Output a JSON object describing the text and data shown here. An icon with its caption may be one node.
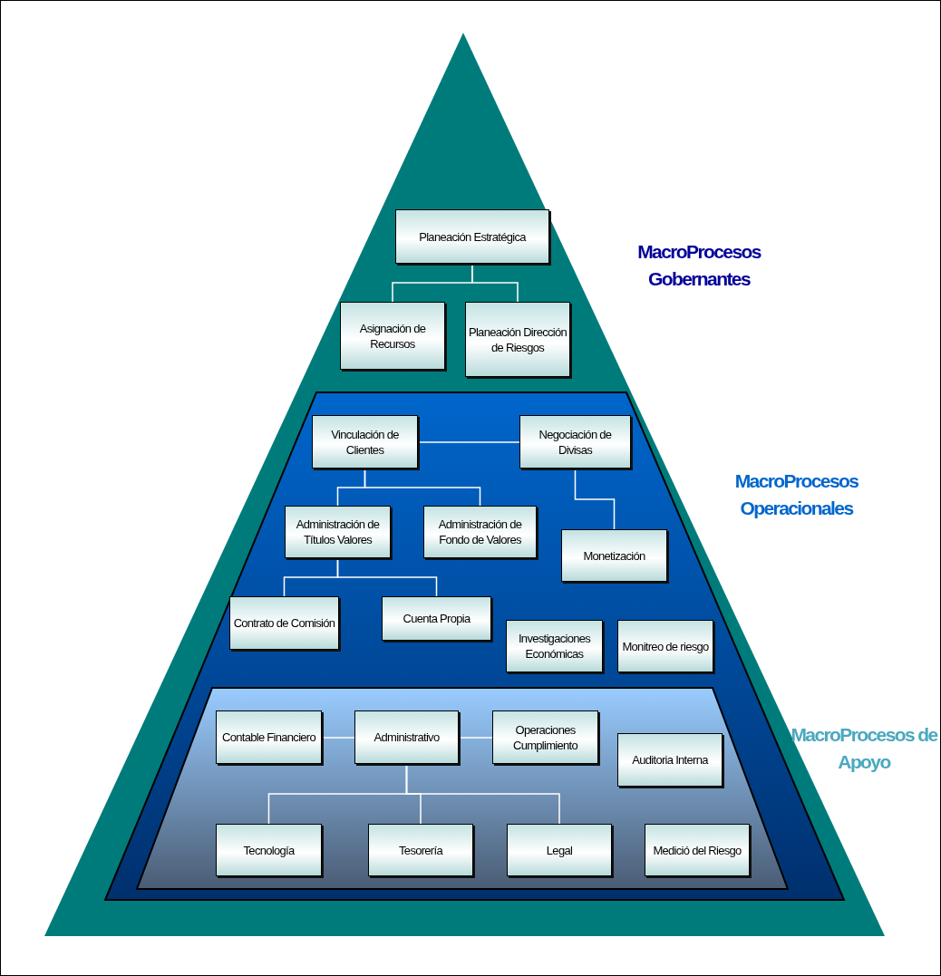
{
  "diagram": {
    "nodes": [
      {
        "text": [
          "MacroProcesos Gobernantes"
        ]
      },
      {
        "text": [
          "Planeación Estratégica"
        ],
        "in": 0
      },
      {
        "text": [
          "Asignación de Recursos"
        ],
        "in": 0
      },
      {
        "text": [
          "Planeación Dirección de Riesgos"
        ],
        "in": 0
      },
      {
        "text": [
          "MacroProcesos Operacionales"
        ],
        "in": 0
      },
      {
        "text": [
          "Vinculación de Clientes"
        ],
        "in": 4
      },
      {
        "text": [
          "Negociación de Divisas"
        ],
        "in": 4
      },
      {
        "text": [
          "Administración de Títulos Valores"
        ],
        "in": 4
      },
      {
        "text": [
          "Administración de Fondo de Valores"
        ],
        "in": 4
      },
      {
        "text": [
          "Monetización"
        ],
        "in": 4
      },
      {
        "text": [
          "Contrato de Comisión"
        ],
        "in": 4
      },
      {
        "text": [
          "Cuenta Propia"
        ],
        "in": 4
      },
      {
        "text": [
          "Investigaciones Económicas"
        ],
        "in": 4
      },
      {
        "text": [
          "Monitreo de riesgo"
        ],
        "in": 4
      },
      {
        "text": [
          "MacroProcesos de Apoyo"
        ],
        "in": 4
      },
      {
        "text": [
          "Contable Financiero"
        ],
        "in": 14
      },
      {
        "text": [
          "Administrativo"
        ],
        "in": 14
      },
      {
        "text": [
          "Operaciones Cumplimiento"
        ],
        "in": 14
      },
      {
        "text": [
          "Auditoria Interna"
        ],
        "in": 14
      },
      {
        "text": [
          "Tecnología"
        ],
        "in": 14
      },
      {
        "text": [
          "Tesorería"
        ],
        "in": 14
      },
      {
        "text": [
          "Legal"
        ],
        "in": 14
      },
      {
        "text": [
          "Medició del Riesgo"
        ],
        "in": 14
      }
    ],
    "edges": [
      {
        "from": 1,
        "to": 2,
        "arrow": "none"
      },
      {
        "from": 1,
        "to": 3,
        "arrow": "none"
      },
      {
        "from": 5,
        "to": 6,
        "arrow": "none"
      },
      {
        "from": 5,
        "to": 7,
        "arrow": "none"
      },
      {
        "from": 5,
        "to": 8,
        "arrow": "none"
      },
      {
        "from": 6,
        "to": 9,
        "arrow": "none"
      },
      {
        "from": 7,
        "to": 10,
        "arrow": "none"
      },
      {
        "from": 7,
        "to": 11,
        "arrow": "none"
      },
      {
        "from": 15,
        "to": 16,
        "arrow": "none"
      },
      {
        "from": 16,
        "to": 17,
        "arrow": "none"
      },
      {
        "from": 16,
        "to": 19,
        "arrow": "none"
      },
      {
        "from": 16,
        "to": 20,
        "arrow": "none"
      },
      {
        "from": 16,
        "to": 21,
        "arrow": "none"
      }
    ]
  }
}
